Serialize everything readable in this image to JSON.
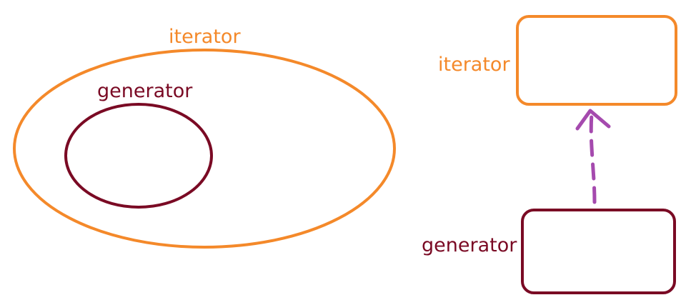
{
  "colors": {
    "iterator": "#f4892a",
    "generator": "#7a0a24",
    "arrow": "#a54aae",
    "background": "#ffffff"
  },
  "venn": {
    "outer_label": "iterator",
    "inner_label": "generator"
  },
  "hierarchy": {
    "top_label": "iterator",
    "bottom_label": "generator",
    "arrow_style": "dashed",
    "arrow_direction": "generator-to-iterator"
  }
}
